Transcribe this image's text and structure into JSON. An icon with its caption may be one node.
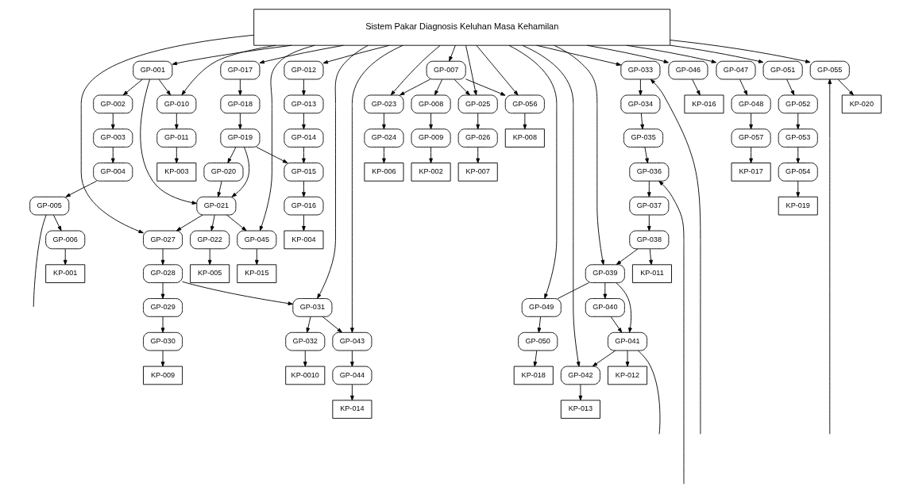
{
  "diagram": {
    "nodes": [
      {
        "text": [
          "Sistem Pakar Diagnosis Keluhan Masa Kehamilan"
        ]
      },
      {
        "text": [
          "GP-001"
        ]
      },
      {
        "text": [
          "GP-002"
        ]
      },
      {
        "text": [
          "GP-003"
        ]
      },
      {
        "text": [
          "GP-004"
        ]
      },
      {
        "text": [
          "GP-005"
        ]
      },
      {
        "text": [
          "GP-006"
        ]
      },
      {
        "text": [
          "KP-001"
        ]
      },
      {
        "text": [
          "GP-007"
        ]
      },
      {
        "text": [
          "GP-008"
        ]
      },
      {
        "text": [
          "GP-009"
        ]
      },
      {
        "text": [
          "KP-002"
        ]
      },
      {
        "text": [
          "GP-010"
        ]
      },
      {
        "text": [
          "GP-011"
        ]
      },
      {
        "text": [
          "KP-003"
        ]
      },
      {
        "text": [
          "GP-012"
        ]
      },
      {
        "text": [
          "GP-013"
        ]
      },
      {
        "text": [
          "GP-014"
        ]
      },
      {
        "text": [
          "GP-015"
        ]
      },
      {
        "text": [
          "GP-016"
        ]
      },
      {
        "text": [
          "KP-004"
        ]
      },
      {
        "text": [
          "GP-017"
        ]
      },
      {
        "text": [
          "GP-018"
        ]
      },
      {
        "text": [
          "GP-019"
        ]
      },
      {
        "text": [
          "GP-020"
        ]
      },
      {
        "text": [
          "GP-021"
        ]
      },
      {
        "text": [
          "GP-022"
        ]
      },
      {
        "text": [
          "KP-005"
        ]
      },
      {
        "text": [
          "GP-023"
        ]
      },
      {
        "text": [
          "GP-024"
        ]
      },
      {
        "text": [
          "KP-006"
        ]
      },
      {
        "text": [
          "GP-025"
        ]
      },
      {
        "text": [
          "GP-026"
        ]
      },
      {
        "text": [
          "KP-007"
        ]
      },
      {
        "text": [
          "GP-056"
        ]
      },
      {
        "text": [
          "KP-008"
        ]
      },
      {
        "text": [
          "GP-027"
        ]
      },
      {
        "text": [
          "GP-028"
        ]
      },
      {
        "text": [
          "GP-029"
        ]
      },
      {
        "text": [
          "GP-030"
        ]
      },
      {
        "text": [
          "KP-009"
        ]
      },
      {
        "text": [
          "GP-031"
        ]
      },
      {
        "text": [
          "GP-032"
        ]
      },
      {
        "text": [
          "KP-0010"
        ]
      },
      {
        "text": [
          "GP-033"
        ]
      },
      {
        "text": [
          "GP-034"
        ]
      },
      {
        "text": [
          "GP-035"
        ]
      },
      {
        "text": [
          "GP-036"
        ]
      },
      {
        "text": [
          "GP-037"
        ]
      },
      {
        "text": [
          "GP-038"
        ]
      },
      {
        "text": [
          "KP-011"
        ]
      },
      {
        "text": [
          "GP-039"
        ]
      },
      {
        "text": [
          "GP-040"
        ]
      },
      {
        "text": [
          "GP-041"
        ]
      },
      {
        "text": [
          "KP-012"
        ]
      },
      {
        "text": [
          "GP-042"
        ]
      },
      {
        "text": [
          "KP-013"
        ]
      },
      {
        "text": [
          "GP-043"
        ]
      },
      {
        "text": [
          "GP-044"
        ]
      },
      {
        "text": [
          "KP-014"
        ]
      },
      {
        "text": [
          "GP-045"
        ]
      },
      {
        "text": [
          "KP-015"
        ]
      },
      {
        "text": [
          "GP-046"
        ]
      },
      {
        "text": [
          "KP-016"
        ]
      },
      {
        "text": [
          "GP-047"
        ]
      },
      {
        "text": [
          "GP-048"
        ]
      },
      {
        "text": [
          "GP-057"
        ]
      },
      {
        "text": [
          "KP-017"
        ]
      },
      {
        "text": [
          "GP-049"
        ]
      },
      {
        "text": [
          "GP-050"
        ]
      },
      {
        "text": [
          "KP-018"
        ]
      },
      {
        "text": [
          "GP-051"
        ]
      },
      {
        "text": [
          "GP-052"
        ]
      },
      {
        "text": [
          "GP-053"
        ]
      },
      {
        "text": [
          "GP-054"
        ]
      },
      {
        "text": [
          "KP-019"
        ]
      },
      {
        "text": [
          "GP-055"
        ]
      },
      {
        "text": [
          "KP-020"
        ]
      }
    ],
    "edges": [
      {
        "from": 0,
        "to": 1,
        "arrow": "to"
      },
      {
        "from": 0,
        "to": 8,
        "arrow": "to"
      },
      {
        "from": 0,
        "to": 12,
        "arrow": "to"
      },
      {
        "from": 0,
        "to": 15,
        "arrow": "to"
      },
      {
        "from": 0,
        "to": 21,
        "arrow": "to"
      },
      {
        "from": 0,
        "to": 28,
        "arrow": "to"
      },
      {
        "from": 0,
        "to": 31,
        "arrow": "to"
      },
      {
        "from": 0,
        "to": 34,
        "arrow": "to"
      },
      {
        "from": 0,
        "to": 36,
        "arrow": "to"
      },
      {
        "from": 0,
        "to": 41,
        "arrow": "to"
      },
      {
        "from": 0,
        "to": 44,
        "arrow": "to"
      },
      {
        "from": 0,
        "to": 51,
        "arrow": "to"
      },
      {
        "from": 0,
        "to": 55,
        "arrow": "to"
      },
      {
        "from": 0,
        "to": 57,
        "arrow": "to"
      },
      {
        "from": 0,
        "to": 60,
        "arrow": "to"
      },
      {
        "from": 0,
        "to": 62,
        "arrow": "to"
      },
      {
        "from": 0,
        "to": 64,
        "arrow": "to"
      },
      {
        "from": 0,
        "to": 68,
        "arrow": "to"
      },
      {
        "from": 0,
        "to": 71,
        "arrow": "to"
      },
      {
        "from": 0,
        "to": 76,
        "arrow": "to"
      },
      {
        "from": 1,
        "to": 2,
        "arrow": "to"
      },
      {
        "from": 2,
        "to": 3,
        "arrow": "to"
      },
      {
        "from": 3,
        "to": 4,
        "arrow": "to"
      },
      {
        "from": 4,
        "to": 5,
        "arrow": "to"
      },
      {
        "from": 5,
        "to": 6,
        "arrow": "to"
      },
      {
        "from": 6,
        "to": 7,
        "arrow": "to"
      },
      {
        "from": 1,
        "to": 12,
        "arrow": "to"
      },
      {
        "from": 1,
        "to": 25,
        "arrow": "to"
      },
      {
        "from": 5,
        "to": null,
        "arrow": "none"
      },
      {
        "from": 8,
        "to": 9,
        "arrow": "to"
      },
      {
        "from": 9,
        "to": 10,
        "arrow": "to"
      },
      {
        "from": 10,
        "to": 11,
        "arrow": "to"
      },
      {
        "from": 8,
        "to": 34,
        "arrow": "to"
      },
      {
        "from": 8,
        "to": 31,
        "arrow": "to"
      },
      {
        "from": 8,
        "to": 28,
        "arrow": "to"
      },
      {
        "from": 12,
        "to": 13,
        "arrow": "to"
      },
      {
        "from": 13,
        "to": 14,
        "arrow": "to"
      },
      {
        "from": 15,
        "to": 16,
        "arrow": "to"
      },
      {
        "from": 16,
        "to": 17,
        "arrow": "to"
      },
      {
        "from": 17,
        "to": 18,
        "arrow": "to"
      },
      {
        "from": 18,
        "to": 19,
        "arrow": "to"
      },
      {
        "from": 19,
        "to": 20,
        "arrow": "to"
      },
      {
        "from": 21,
        "to": 22,
        "arrow": "to"
      },
      {
        "from": 22,
        "to": 23,
        "arrow": "to"
      },
      {
        "from": 23,
        "to": 18,
        "arrow": "to"
      },
      {
        "from": 23,
        "to": 24,
        "arrow": "to"
      },
      {
        "from": 23,
        "to": 25,
        "arrow": "to"
      },
      {
        "from": 24,
        "to": 25,
        "arrow": "to"
      },
      {
        "from": 25,
        "to": 26,
        "arrow": "to"
      },
      {
        "from": 26,
        "to": 27,
        "arrow": "to"
      },
      {
        "from": 25,
        "to": 36,
        "arrow": "to"
      },
      {
        "from": 25,
        "to": 60,
        "arrow": "to"
      },
      {
        "from": 28,
        "to": 29,
        "arrow": "to"
      },
      {
        "from": 29,
        "to": 30,
        "arrow": "to"
      },
      {
        "from": 31,
        "to": 32,
        "arrow": "to"
      },
      {
        "from": 32,
        "to": 33,
        "arrow": "to"
      },
      {
        "from": 34,
        "to": 35,
        "arrow": "to"
      },
      {
        "from": 36,
        "to": 37,
        "arrow": "to"
      },
      {
        "from": 37,
        "to": 38,
        "arrow": "to"
      },
      {
        "from": 38,
        "to": 39,
        "arrow": "to"
      },
      {
        "from": 39,
        "to": 40,
        "arrow": "to"
      },
      {
        "from": 37,
        "to": 41,
        "arrow": "to"
      },
      {
        "from": 41,
        "to": 42,
        "arrow": "to"
      },
      {
        "from": 42,
        "to": 43,
        "arrow": "to"
      },
      {
        "from": 41,
        "to": 57,
        "arrow": "to"
      },
      {
        "from": null,
        "to": 44,
        "arrow": "to"
      },
      {
        "from": null,
        "to": 47,
        "arrow": "to"
      },
      {
        "from": 44,
        "to": 45,
        "arrow": "to"
      },
      {
        "from": 45,
        "to": 46,
        "arrow": "to"
      },
      {
        "from": 46,
        "to": 47,
        "arrow": "to"
      },
      {
        "from": 47,
        "to": 48,
        "arrow": "to"
      },
      {
        "from": 48,
        "to": 49,
        "arrow": "to"
      },
      {
        "from": 49,
        "to": 50,
        "arrow": "to"
      },
      {
        "from": 49,
        "to": 51,
        "arrow": "to"
      },
      {
        "from": 51,
        "to": 52,
        "arrow": "to"
      },
      {
        "from": 51,
        "to": 53,
        "arrow": "to"
      },
      {
        "from": 52,
        "to": 53,
        "arrow": "to"
      },
      {
        "from": 53,
        "to": 54,
        "arrow": "to"
      },
      {
        "from": 53,
        "to": 55,
        "arrow": "to"
      },
      {
        "from": 53,
        "to": null,
        "arrow": "none"
      },
      {
        "from": 51,
        "to": 68,
        "arrow": "none"
      },
      {
        "from": 55,
        "to": 56,
        "arrow": "to"
      },
      {
        "from": 57,
        "to": 58,
        "arrow": "to"
      },
      {
        "from": 58,
        "to": 59,
        "arrow": "to"
      },
      {
        "from": 60,
        "to": 61,
        "arrow": "to"
      },
      {
        "from": 62,
        "to": 63,
        "arrow": "to"
      },
      {
        "from": 64,
        "to": 65,
        "arrow": "to"
      },
      {
        "from": 65,
        "to": 66,
        "arrow": "to"
      },
      {
        "from": 66,
        "to": 67,
        "arrow": "to"
      },
      {
        "from": 68,
        "to": 69,
        "arrow": "to"
      },
      {
        "from": 69,
        "to": 70,
        "arrow": "to"
      },
      {
        "from": 71,
        "to": 72,
        "arrow": "to"
      },
      {
        "from": 72,
        "to": 73,
        "arrow": "to"
      },
      {
        "from": 73,
        "to": 74,
        "arrow": "to"
      },
      {
        "from": 74,
        "to": 75,
        "arrow": "to"
      },
      {
        "from": null,
        "to": 76,
        "arrow": "to"
      },
      {
        "from": 76,
        "to": 77,
        "arrow": "to"
      }
    ]
  }
}
